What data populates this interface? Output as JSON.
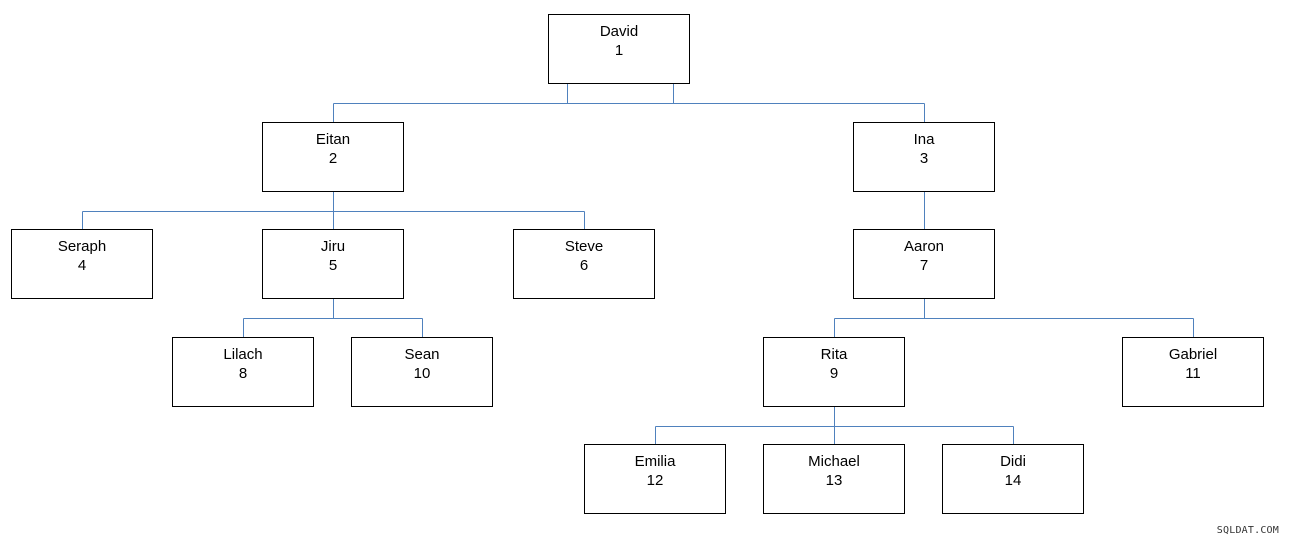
{
  "diagram": {
    "connector_color": "#4f81bd",
    "nodes": [
      {
        "id": "1",
        "name": "David",
        "number": "1"
      },
      {
        "id": "2",
        "name": "Eitan",
        "number": "2"
      },
      {
        "id": "3",
        "name": "Ina",
        "number": "3"
      },
      {
        "id": "4",
        "name": "Seraph",
        "number": "4"
      },
      {
        "id": "5",
        "name": "Jiru",
        "number": "5"
      },
      {
        "id": "6",
        "name": "Steve",
        "number": "6"
      },
      {
        "id": "7",
        "name": "Aaron",
        "number": "7"
      },
      {
        "id": "8",
        "name": "Lilach",
        "number": "8"
      },
      {
        "id": "10",
        "name": "Sean",
        "number": "10"
      },
      {
        "id": "9",
        "name": "Rita",
        "number": "9"
      },
      {
        "id": "11",
        "name": "Gabriel",
        "number": "11"
      },
      {
        "id": "12",
        "name": "Emilia",
        "number": "12"
      },
      {
        "id": "13",
        "name": "Michael",
        "number": "13"
      },
      {
        "id": "14",
        "name": "Didi",
        "number": "14"
      }
    ],
    "edges": [
      {
        "parent": "1",
        "children": [
          "2",
          "3"
        ]
      },
      {
        "parent": "2",
        "children": [
          "4",
          "5",
          "6"
        ]
      },
      {
        "parent": "3",
        "children": [
          "7"
        ]
      },
      {
        "parent": "5",
        "children": [
          "8",
          "10"
        ]
      },
      {
        "parent": "7",
        "children": [
          "9",
          "11"
        ]
      },
      {
        "parent": "9",
        "children": [
          "12",
          "13",
          "14"
        ]
      }
    ]
  },
  "watermark": "SQLDAT.COM"
}
